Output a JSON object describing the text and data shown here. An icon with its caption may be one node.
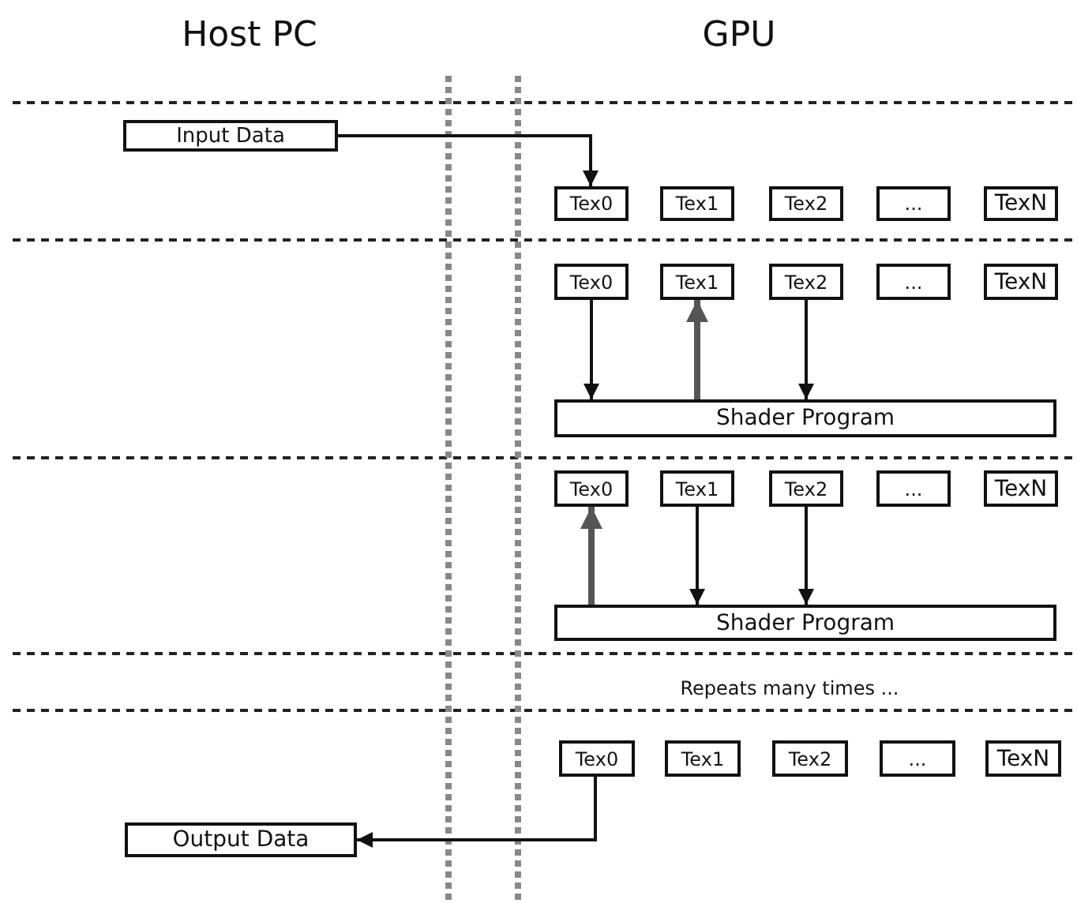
{
  "diagram": {
    "nodes": [
      {
        "text": [
          "Input Data"
        ]
      },
      {
        "text": [
          "Tex0"
        ]
      },
      {
        "text": [
          "Tex1"
        ]
      },
      {
        "text": [
          "Tex2"
        ]
      },
      {
        "text": [
          "..."
        ]
      },
      {
        "text": [
          "TexN"
        ]
      },
      {
        "text": [
          "Tex0"
        ]
      },
      {
        "text": [
          "Tex1"
        ]
      },
      {
        "text": [
          "Tex2"
        ]
      },
      {
        "text": [
          "..."
        ]
      },
      {
        "text": [
          "TexN"
        ]
      },
      {
        "text": [
          "Shader Program"
        ]
      },
      {
        "text": [
          "Tex0"
        ]
      },
      {
        "text": [
          "Tex1"
        ]
      },
      {
        "text": [
          "Tex2"
        ]
      },
      {
        "text": [
          "..."
        ]
      },
      {
        "text": [
          "TexN"
        ]
      },
      {
        "text": [
          "Shader Program"
        ]
      },
      {
        "text": [
          "Tex0"
        ]
      },
      {
        "text": [
          "Tex1"
        ]
      },
      {
        "text": [
          "Tex2"
        ]
      },
      {
        "text": [
          "..."
        ]
      },
      {
        "text": [
          "TexN"
        ]
      },
      {
        "text": [
          "Output Data"
        ]
      }
    ],
    "edges": [
      {
        "from": 0,
        "to": 1,
        "arrow": "to"
      },
      {
        "from": 6,
        "to": 11,
        "arrow": "to"
      },
      {
        "from": 11,
        "to": 7,
        "arrow": "to",
        "style": "thick",
        "color": "#555555"
      },
      {
        "from": 8,
        "to": 11,
        "arrow": "to"
      },
      {
        "from": 17,
        "to": 12,
        "arrow": "to",
        "style": "thick",
        "color": "#555555"
      },
      {
        "from": 13,
        "to": 17,
        "arrow": "to"
      },
      {
        "from": 14,
        "to": 17,
        "arrow": "to"
      },
      {
        "from": 18,
        "to": 23,
        "arrow": "to"
      }
    ],
    "labels": [
      "Host PC",
      "GPU",
      "Repeats many times ..."
    ]
  }
}
